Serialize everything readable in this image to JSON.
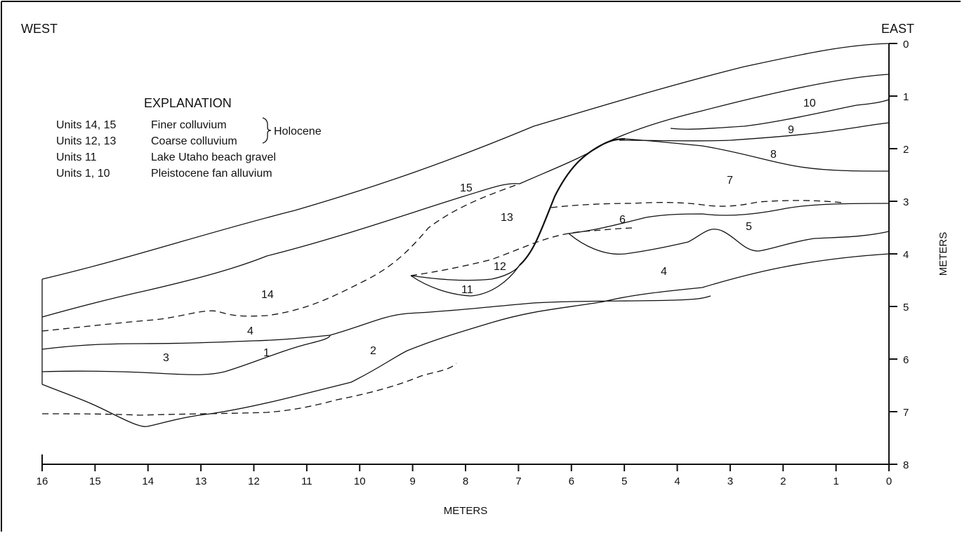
{
  "directions": {
    "west": "WEST",
    "east": "EAST"
  },
  "x_axis": {
    "title": "METERS",
    "ticks": [
      "16",
      "15",
      "14",
      "13",
      "12",
      "11",
      "10",
      "9",
      "8",
      "7",
      "6",
      "5",
      "4",
      "3",
      "2",
      "1",
      "0"
    ]
  },
  "y_axis": {
    "title": "METERS",
    "ticks": [
      "0",
      "1",
      "2",
      "3",
      "4",
      "5",
      "6",
      "7",
      "8"
    ]
  },
  "explanation": {
    "heading": "EXPLANATION",
    "rows": [
      {
        "units": "Units 14, 15",
        "desc": "Finer colluvium"
      },
      {
        "units": "Units 12, 13",
        "desc": "Coarse colluvium"
      },
      {
        "units": "Units 11",
        "desc": "Lake Utaho beach gravel"
      },
      {
        "units": "Units 1, 10",
        "desc": "Pleistocene fan alluvium"
      }
    ],
    "group_label": "Holocene"
  },
  "unit_labels": [
    "1",
    "2",
    "3",
    "4",
    "4",
    "5",
    "6",
    "7",
    "8",
    "9",
    "10",
    "11",
    "12",
    "13",
    "14",
    "15"
  ]
}
